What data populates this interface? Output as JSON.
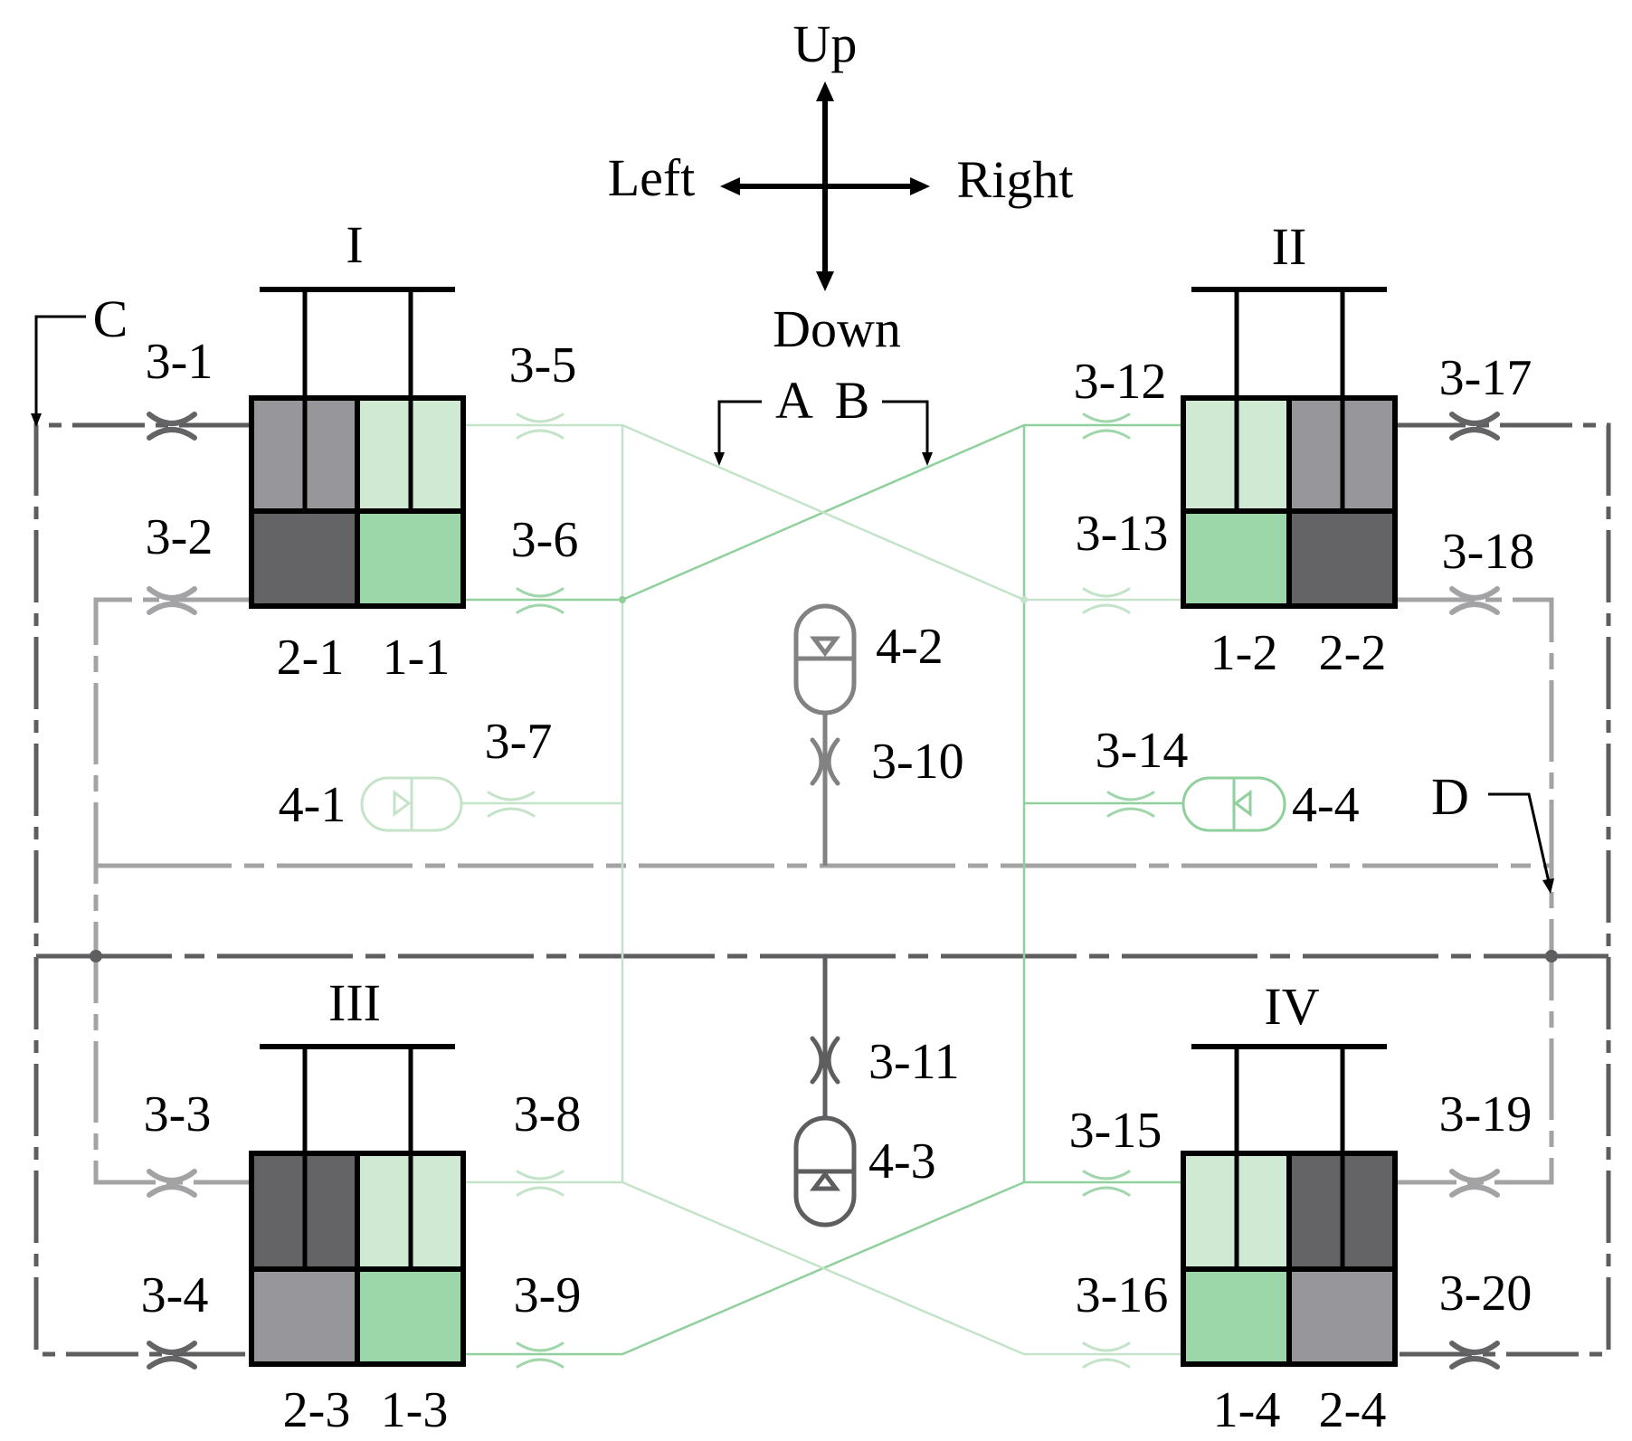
{
  "directions": {
    "up": "Up",
    "down": "Down",
    "left": "Left",
    "right": "Right"
  },
  "units": [
    {
      "roman": "I",
      "left_label": "2-1",
      "right_label": "1-1"
    },
    {
      "roman": "II",
      "left_label": "1-2",
      "right_label": "2-2"
    },
    {
      "roman": "III",
      "left_label": "2-3",
      "right_label": "1-3"
    },
    {
      "roman": "IV",
      "left_label": "1-4",
      "right_label": "2-4"
    }
  ],
  "orifices": [
    "3-1",
    "3-2",
    "3-3",
    "3-4",
    "3-5",
    "3-6",
    "3-7",
    "3-8",
    "3-9",
    "3-10",
    "3-11",
    "3-12",
    "3-13",
    "3-14",
    "3-15",
    "3-16",
    "3-17",
    "3-18",
    "3-19",
    "3-20"
  ],
  "accumulators": [
    "4-1",
    "4-2",
    "4-3",
    "4-4"
  ],
  "line_markers": {
    "a": "A",
    "b": "B",
    "c": "C",
    "d": "D"
  },
  "colors": {
    "dark_gray": "#646466",
    "mid_gray": "#97979b",
    "light_gray_line": "#a3a3a6",
    "dark_line": "#5e5e60",
    "green": "#9bd7a9",
    "light_green": "#cfe9d3",
    "green_line": "#8fd09c",
    "pale_green_line": "#c4e3c9"
  }
}
